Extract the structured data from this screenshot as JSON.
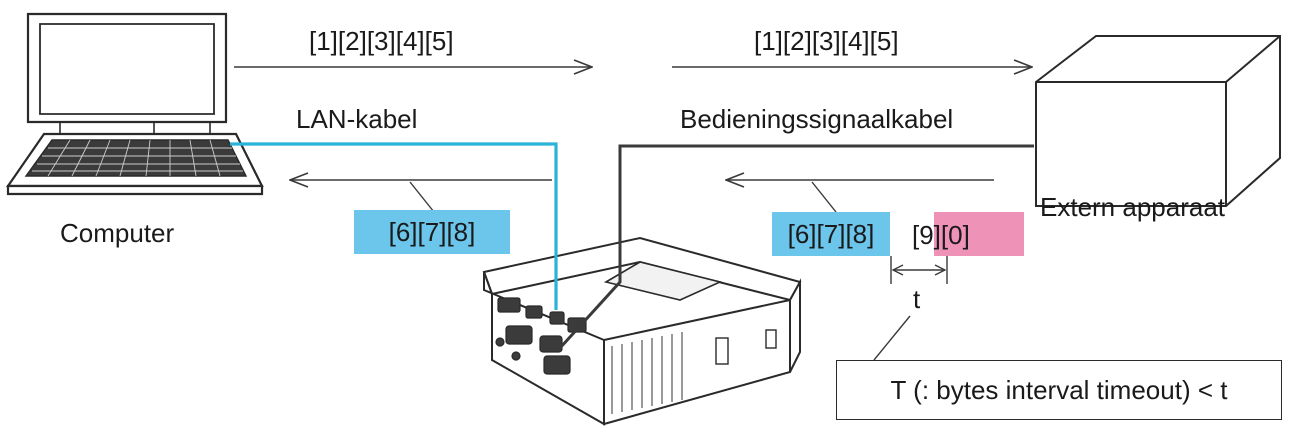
{
  "diagram": {
    "colors": {
      "lan_cable": "#2ab3d6",
      "response_box": "#6cc5ea",
      "extra_box": "#ef92b8",
      "line": "#3a3a3a"
    },
    "labels": {
      "command_top_left": "[1][2][3][4][5]",
      "command_top_right": "[1][2][3][4][5]",
      "lan_cable": "LAN-kabel",
      "control_cable": "Bedieningssignaalkabel",
      "computer": "Computer",
      "external_device": "Extern apparaat",
      "response_left": "[6][7][8]",
      "response_right": "[6][7][8]",
      "extra_bytes": "[9][0]",
      "interval": "t",
      "timeout_note": "T (: bytes interval timeout) < t"
    }
  }
}
